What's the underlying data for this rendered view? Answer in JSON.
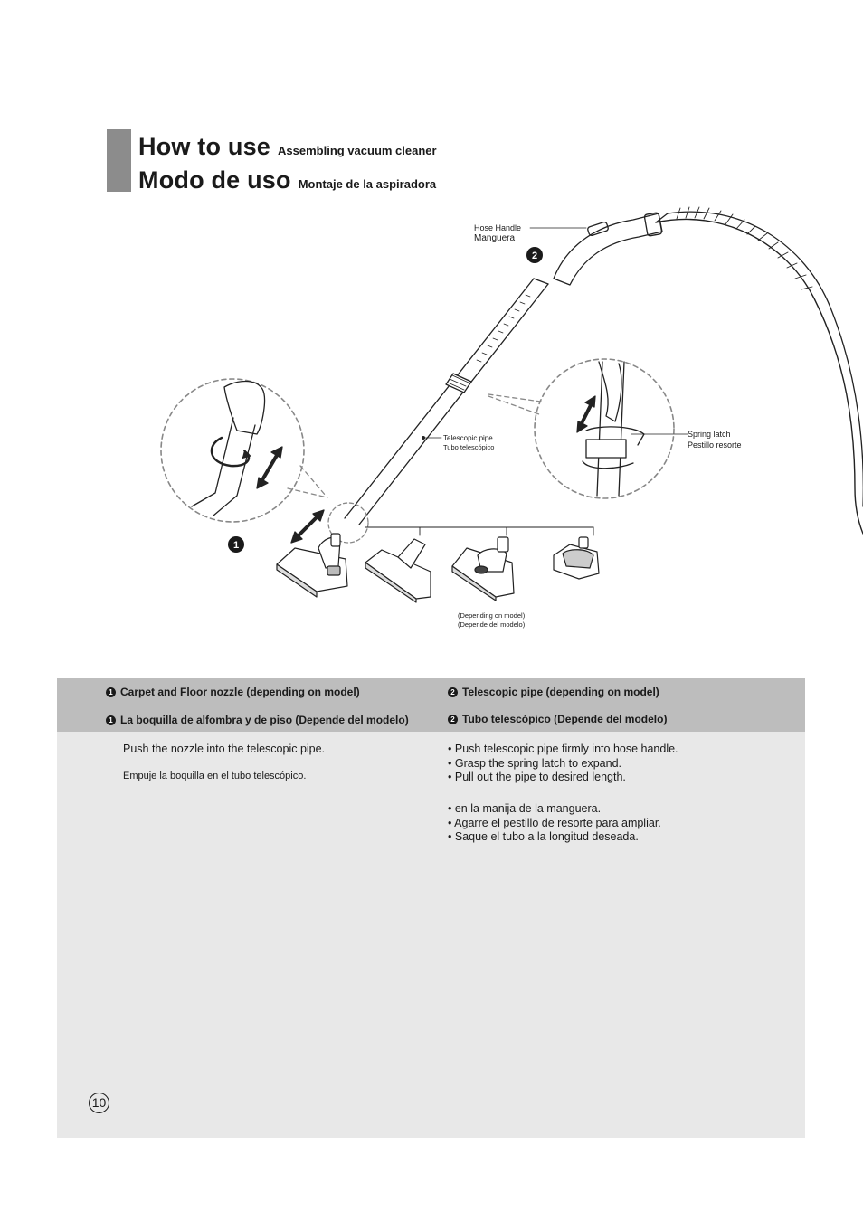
{
  "header": {
    "title_en": "How to use",
    "subtitle_en": "Assembling vacuum cleaner",
    "title_es": "Modo de uso",
    "subtitle_es": "Montaje de la aspiradora"
  },
  "illustration": {
    "hose_handle_en": "Hose Handle",
    "hose_handle_es": "Manguera",
    "telescopic_pipe_en": "Telescopic pipe",
    "telescopic_pipe_es": "Tubo telescópico",
    "spring_latch_en": "Spring latch",
    "spring_latch_es": "Pestillo resorte",
    "depending_en": "(Depending on model)",
    "depending_es": "(Depende del modelo)",
    "marker_1": "1",
    "marker_2": "2"
  },
  "section1": {
    "badge": "1",
    "heading_en": "Carpet and Floor nozzle (depending on model)",
    "heading_es": "La boquilla de alfombra y de piso (Depende del modelo)",
    "text_en": "Push the nozzle into the telescopic pipe.",
    "text_es": "Empuje la boquilla en el tubo telescópico."
  },
  "section2": {
    "badge": "2",
    "heading_en": "Telescopic pipe (depending on model)",
    "heading_es": "Tubo telescópico (Depende del modelo)",
    "steps_en": [
      "Push telescopic pipe firmly into hose handle.",
      "Grasp the spring latch to expand.",
      "Pull out the pipe to desired length."
    ],
    "steps_es": [
      "en la manija de la manguera.",
      "Agarre el pestillo de resorte para ampliar.",
      "Saque el tubo a la longitud deseada."
    ]
  },
  "page_number": "10"
}
